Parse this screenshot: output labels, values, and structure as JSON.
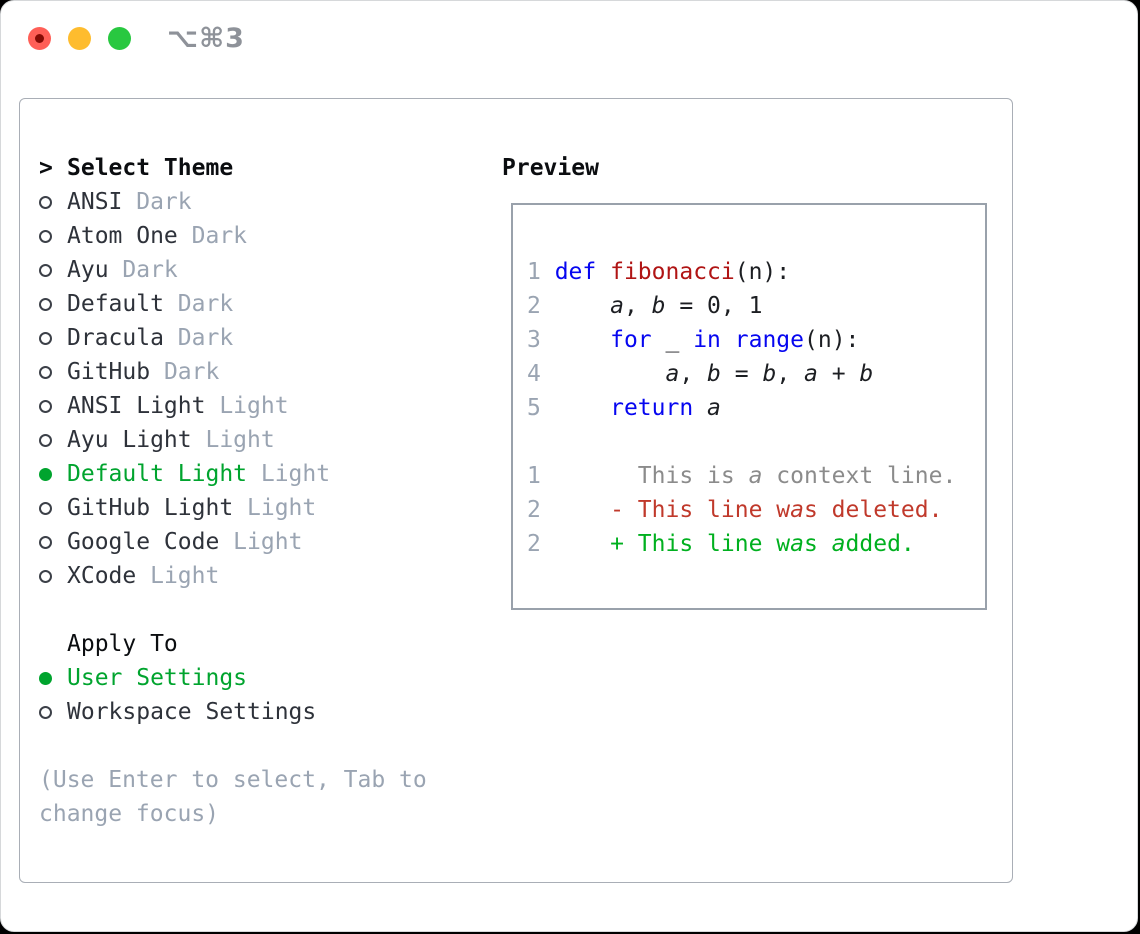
{
  "titlebar": {
    "title": "⌥⌘3",
    "buttons": [
      "close",
      "minimize",
      "zoom"
    ]
  },
  "theme_panel": {
    "header_marker": ">",
    "header_label": "Select Theme",
    "items": [
      {
        "name": "ANSI",
        "variant": "Dark",
        "selected": false
      },
      {
        "name": "Atom One",
        "variant": "Dark",
        "selected": false
      },
      {
        "name": "Ayu",
        "variant": "Dark",
        "selected": false
      },
      {
        "name": "Default",
        "variant": "Dark",
        "selected": false
      },
      {
        "name": "Dracula",
        "variant": "Dark",
        "selected": false
      },
      {
        "name": "GitHub",
        "variant": "Dark",
        "selected": false
      },
      {
        "name": "ANSI Light",
        "variant": "Light",
        "selected": false
      },
      {
        "name": "Ayu Light",
        "variant": "Light",
        "selected": false
      },
      {
        "name": "Default Light",
        "variant": "Light",
        "selected": true
      },
      {
        "name": "GitHub Light",
        "variant": "Light",
        "selected": false
      },
      {
        "name": "Google Code",
        "variant": "Light",
        "selected": false
      },
      {
        "name": "XCode",
        "variant": "Light",
        "selected": false
      }
    ],
    "apply_label": "Apply To",
    "apply_options": [
      {
        "label": "User Settings",
        "selected": true
      },
      {
        "label": "Workspace Settings",
        "selected": false
      }
    ],
    "hint_lines": [
      "(Use Enter to select, Tab to",
      "change focus)"
    ]
  },
  "preview": {
    "label": "Preview",
    "lines": [
      [
        [
          "n",
          "1 "
        ],
        [
          "k",
          "def"
        ],
        [
          "p",
          " "
        ],
        [
          "f",
          "fibonacci"
        ],
        [
          "p",
          "(n):"
        ]
      ],
      [
        [
          "n",
          "2 "
        ],
        [
          "p",
          "    "
        ],
        [
          "v",
          "a"
        ],
        [
          "p",
          ", "
        ],
        [
          "v",
          "b"
        ],
        [
          "p",
          " = 0, 1"
        ]
      ],
      [
        [
          "n",
          "3 "
        ],
        [
          "p",
          "    "
        ],
        [
          "k",
          "for"
        ],
        [
          "p",
          " _ "
        ],
        [
          "k",
          "in"
        ],
        [
          "p",
          " "
        ],
        [
          "k",
          "range"
        ],
        [
          "p",
          "(n):"
        ]
      ],
      [
        [
          "n",
          "4 "
        ],
        [
          "p",
          "        "
        ],
        [
          "v",
          "a"
        ],
        [
          "p",
          ", "
        ],
        [
          "v",
          "b"
        ],
        [
          "p",
          " = "
        ],
        [
          "v",
          "b"
        ],
        [
          "p",
          ", "
        ],
        [
          "v",
          "a"
        ],
        [
          "p",
          " + "
        ],
        [
          "v",
          "b"
        ]
      ],
      [
        [
          "n",
          "5 "
        ],
        [
          "p",
          "    "
        ],
        [
          "k",
          "return"
        ],
        [
          "p",
          " "
        ],
        [
          "v",
          "a"
        ]
      ],
      [],
      [
        [
          "n",
          "1 "
        ],
        [
          "c",
          "      This is "
        ],
        [
          "ci",
          "a"
        ],
        [
          "c",
          " context line."
        ]
      ],
      [
        [
          "n",
          "2 "
        ],
        [
          "d",
          "    - This line w"
        ],
        [
          "di",
          "a"
        ],
        [
          "d",
          "s deleted."
        ]
      ],
      [
        [
          "n",
          "2 "
        ],
        [
          "g",
          "    + This line w"
        ],
        [
          "gi",
          "a"
        ],
        [
          "g",
          "s "
        ],
        [
          "gi",
          "a"
        ],
        [
          "g",
          "dded."
        ]
      ]
    ]
  },
  "colors": {
    "accent_green": "#00a42e",
    "added_green": "#00b01f",
    "deleted_red": "#c0392b",
    "keyword_blue": "#0606f0",
    "function_red": "#b01414",
    "plain_text": "#1c1e22",
    "context_gray": "#8b8b8b",
    "muted_gray": "#9aa4b2",
    "item_text": "#2e323a",
    "header_text": "#0b0d10",
    "circle_stroke": "#3c4048",
    "traffic_red": "#ff5f57",
    "traffic_red_dot": "#850b05",
    "traffic_yellow": "#febc2e",
    "traffic_green": "#28c840"
  }
}
